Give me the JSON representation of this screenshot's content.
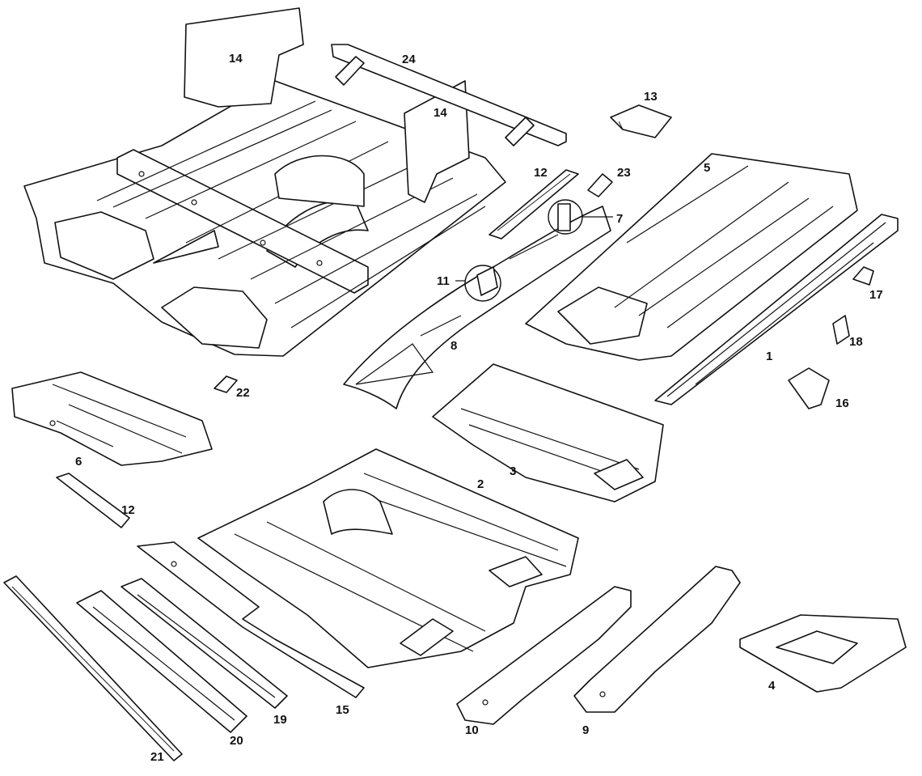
{
  "part_labels": {
    "p1": "1",
    "p2": "2",
    "p3": "3",
    "p4": "4",
    "p5": "5",
    "p6": "6",
    "p7": "7",
    "p8": "8",
    "p9": "9",
    "p10": "10",
    "p11": "11",
    "p12a": "12",
    "p12b": "12",
    "p13": "13",
    "p14a": "14",
    "p14b": "14",
    "p15": "15",
    "p16": "16",
    "p17": "17",
    "p18": "18",
    "p19": "19",
    "p20": "20",
    "p21": "21",
    "p22": "22",
    "p23": "23",
    "p24": "24"
  }
}
